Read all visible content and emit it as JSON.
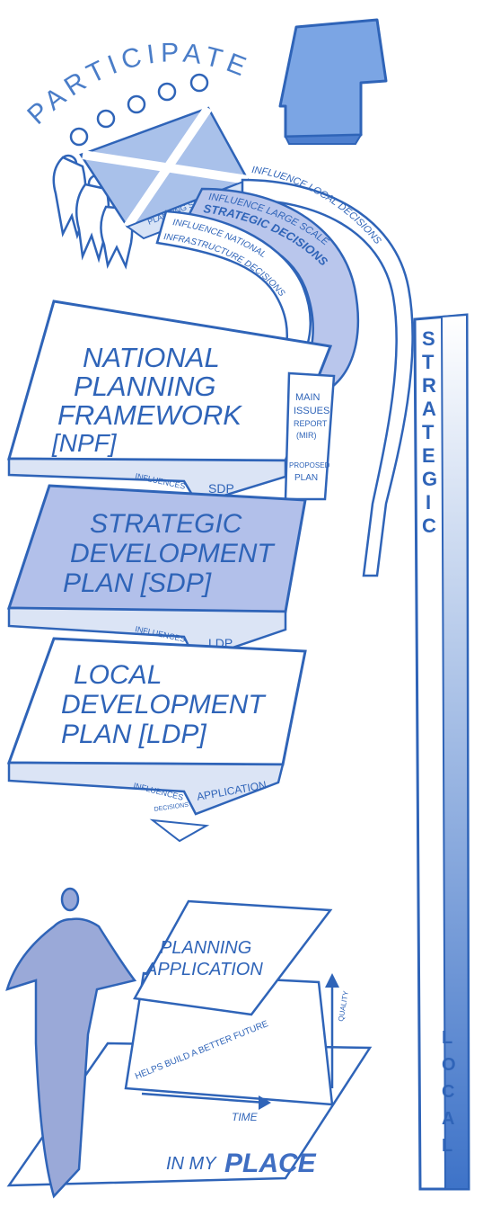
{
  "colors": {
    "ink": "#2f64b8",
    "ink_light": "#5b8fd4",
    "fill_light": "#c9d6f0",
    "fill_mid": "#aebde6",
    "fill_dark": "#8a9fd2",
    "paper": "#ffffff"
  },
  "participate": {
    "title": "PARTICIPATE",
    "flag_label": "PLANNING SYSTEM"
  },
  "ribbon": {
    "influence_local": "INFLUENCE LOCAL DECISIONS",
    "influence_large_scale": "INFLUENCE LARGE SCALE",
    "strategic_decisions": "STRATEGIC DECISIONS",
    "influence_national": "INFLUENCE NATIONAL",
    "infrastructure_decisions": "INFRASTRUCTURE DECISIONS"
  },
  "layers": {
    "npf": {
      "line1": "NATIONAL",
      "line2": "PLANNING",
      "line3": "FRAMEWORK",
      "line4": "[NPF]",
      "edge_influences": "INFLUENCES",
      "edge_target": "SDP"
    },
    "sdp": {
      "line1": "STRATEGIC",
      "line2": "DEVELOPMENT",
      "line3": "PLAN [SDP]",
      "edge_influences": "INFLUENCES",
      "edge_target": "LDP"
    },
    "ldp": {
      "line1": "LOCAL",
      "line2": "DEVELOPMENT",
      "line3": "PLAN [LDP]",
      "edge_influences": "INFLUENCES",
      "edge_target": "APPLICATION",
      "edge_extra": "DECISIONS"
    }
  },
  "side_notes": {
    "mir_1": "MAIN",
    "mir_2": "ISSUES",
    "mir_3": "REPORT",
    "mir_4": "(MIR)",
    "proposed_1": "PROPOSED",
    "proposed_2": "PLAN"
  },
  "scale": {
    "top_letters": [
      "S",
      "T",
      "R",
      "A",
      "T",
      "E",
      "G",
      "I",
      "C"
    ],
    "bottom_letters": [
      "L",
      "O",
      "C",
      "A",
      "L"
    ]
  },
  "application": {
    "line1": "PLANNING",
    "line2": "APPLICATION",
    "helps": "HELPS BUILD A BETTER FUTURE",
    "quality": "QUALITY",
    "time": "TIME",
    "place_prefix": "IN MY",
    "place_word": "PLACE"
  }
}
